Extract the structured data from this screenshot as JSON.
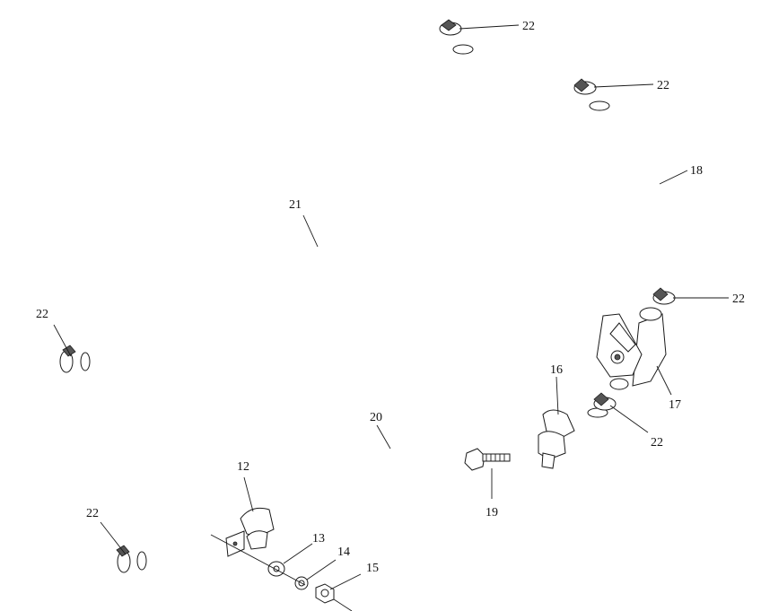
{
  "callouts": {
    "c12": "12",
    "c13": "13",
    "c14": "14",
    "c15": "15",
    "c16": "16",
    "c17": "17",
    "c18": "18",
    "c19": "19",
    "c20": "20",
    "c21": "21",
    "c22_top": "22",
    "c22_top_right": "22",
    "c22_mid_right": "22",
    "c22_valve": "22",
    "c22_left_upper": "22",
    "c22_left_lower": "22"
  }
}
